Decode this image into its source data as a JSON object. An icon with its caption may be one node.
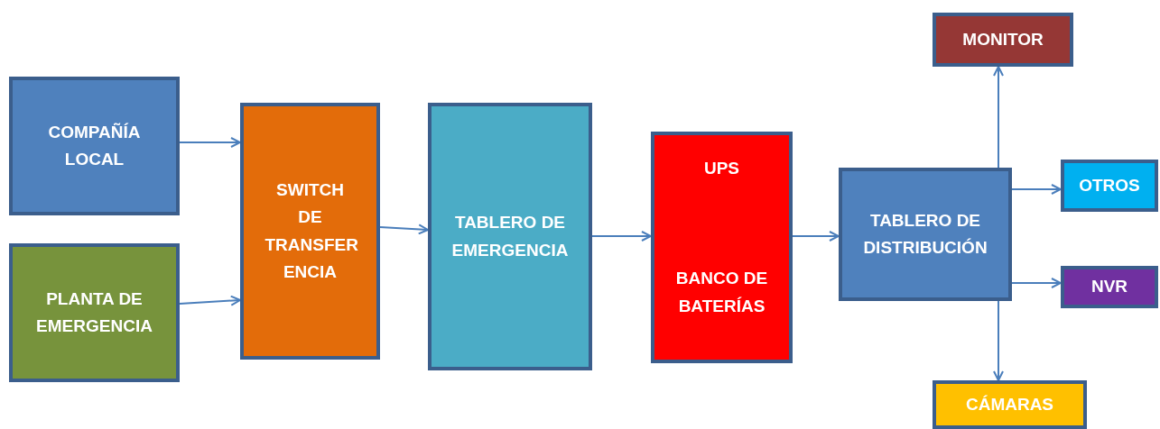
{
  "diagram": {
    "nodes": [
      {
        "text": [
          "COMPAÑÍA LOCAL"
        ]
      },
      {
        "text": [
          "PLANTA DE EMERGENCIA"
        ]
      },
      {
        "text": [
          "SWITCH DE TRANSFER ENCIA"
        ]
      },
      {
        "text": [
          "TABLERO DE EMERGENCIA"
        ]
      },
      {
        "text": [
          "UPS",
          "BANCO DE BATERÍAS"
        ]
      },
      {
        "text": [
          "TABLERO DE DISTRIBUCIÓN"
        ]
      },
      {
        "text": [
          "MONITOR"
        ]
      },
      {
        "text": [
          "OTROS"
        ]
      },
      {
        "text": [
          "NVR"
        ]
      },
      {
        "text": [
          "CÁMARAS"
        ]
      }
    ],
    "edges": [
      {
        "from": 0,
        "to": 2,
        "arrow": "to"
      },
      {
        "from": 1,
        "to": 2,
        "arrow": "to"
      },
      {
        "from": 2,
        "to": 3,
        "arrow": "to"
      },
      {
        "from": 3,
        "to": 4,
        "arrow": "to"
      },
      {
        "from": 4,
        "to": 5,
        "arrow": "to"
      },
      {
        "from": 5,
        "to": 6,
        "arrow": "to"
      },
      {
        "from": 5,
        "to": 7,
        "arrow": "to"
      },
      {
        "from": 5,
        "to": 8,
        "arrow": "to"
      },
      {
        "from": 5,
        "to": 9,
        "arrow": "to"
      }
    ]
  }
}
